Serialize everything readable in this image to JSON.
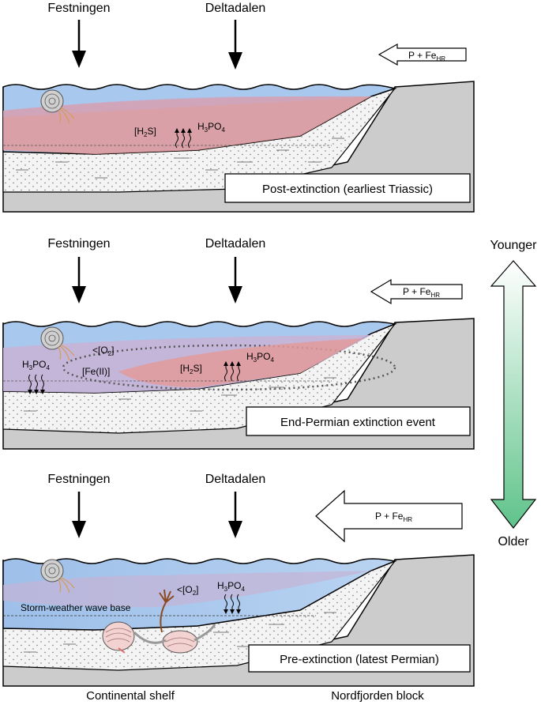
{
  "sites": {
    "left": "Festningen",
    "right": "Deltadalen"
  },
  "flux": {
    "base": "P + Fe",
    "subscript": "HR"
  },
  "age_axis": {
    "top": "Younger",
    "bottom": "Older"
  },
  "panels": {
    "top": {
      "stage": "Post-extinction (earliest Triassic)",
      "h2s": "[H",
      "h2s_sub": "2",
      "h2s_end": "S]",
      "phos": "H",
      "phos_sub1": "3",
      "phos_mid": "PO",
      "phos_sub2": "4"
    },
    "middle": {
      "stage": "End-Permian extinction event",
      "o2": "<[O",
      "o2_sub": "2",
      "o2_end": "]",
      "fe": "[Fe(II)]",
      "h2s": "[H",
      "h2s_sub": "2",
      "h2s_end": "S]",
      "phos": "H",
      "phos_sub1": "3",
      "phos_mid": "PO",
      "phos_sub2": "4"
    },
    "bottom": {
      "stage": "Pre-extinction (latest Permian)",
      "o2": "<[O",
      "o2_sub": "2",
      "o2_end": "]",
      "wave_base": "Storm-weather wave base",
      "phos": "H",
      "phos_sub1": "3",
      "phos_mid": "PO",
      "phos_sub2": "4"
    }
  },
  "footer": {
    "left": "Continental shelf",
    "right": "Nordfjorden block"
  },
  "colors": {
    "water": "#a9c8ee",
    "water_dark": "#86aee6",
    "euxinic": "#e29a9a",
    "ferruginous": "#c9b3c9",
    "sediment": "#f4f4f4",
    "bedrock": "#cccccc",
    "gradient_top": "#ffffff",
    "gradient_bottom": "#5fc38a"
  }
}
